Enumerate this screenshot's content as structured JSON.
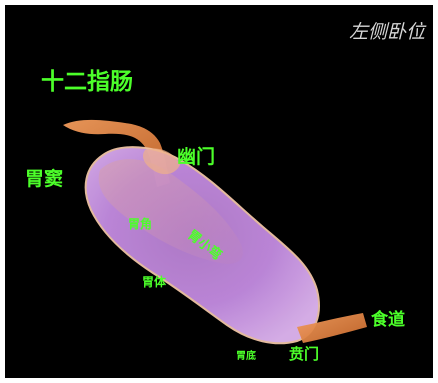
{
  "view_label": "左侧卧位",
  "labels": {
    "duodenum": "十二指肠",
    "fundus": "胃窦",
    "pylorus": "幽门",
    "angular_notch": "胃角",
    "antrum_body": "胃小弯",
    "body": "胃体",
    "esophagus": "食道",
    "cardia": "贲门",
    "gastric_floor": "胃底"
  },
  "colors": {
    "background": "#000000",
    "label_green": "#4cff2a",
    "view_label": "#d6d6d6",
    "stomach_fill": "#c98be8",
    "duodenum_fill": "#e8894a"
  }
}
